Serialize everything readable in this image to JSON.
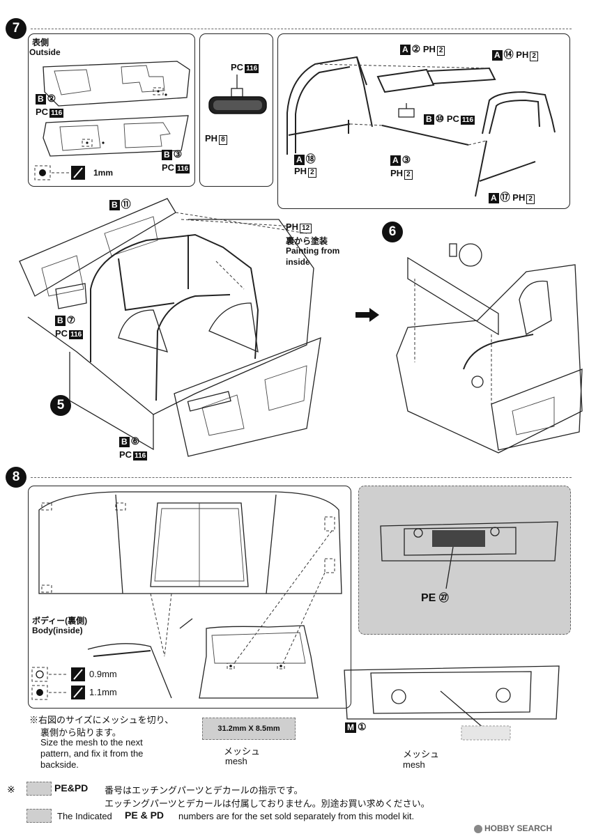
{
  "step7": {
    "number": "7",
    "outside_jp": "表側",
    "outside_en": "Outside",
    "legend_drill": "1mm",
    "parts": {
      "b2": {
        "letter": "B",
        "num": "②",
        "code": "PC",
        "code_num": "116"
      },
      "b3": {
        "letter": "B",
        "num": "③",
        "code": "PC",
        "code_num": "116"
      },
      "mirror_pc": {
        "code": "PC",
        "code_num": "116"
      },
      "mirror_ph": {
        "code": "PH",
        "code_num": "8"
      },
      "a2": {
        "letter": "A",
        "num": "②",
        "code": "PH",
        "code_num": "2"
      },
      "a14": {
        "letter": "A",
        "num": "⑭",
        "code": "PH",
        "code_num": "2"
      },
      "b10": {
        "letter": "B",
        "num": "⑩",
        "code": "PC",
        "code_num": "116"
      },
      "a18": {
        "letter": "A",
        "num": "⑱",
        "code": "PH",
        "code_num": "2"
      },
      "a3": {
        "letter": "A",
        "num": "③",
        "code": "PH",
        "code_num": "2"
      },
      "a17": {
        "letter": "A",
        "num": "⑰",
        "code": "PH",
        "code_num": "2"
      },
      "b11": {
        "letter": "B",
        "num": "⑪"
      },
      "b7": {
        "letter": "B",
        "num": "⑦",
        "code": "PC",
        "code_num": "116"
      },
      "b6": {
        "letter": "B",
        "num": "⑥",
        "code": "PC",
        "code_num": "116"
      },
      "ph12": {
        "code": "PH",
        "code_num": "12"
      }
    },
    "paint_jp": "裏から塗装",
    "paint_en_1": "Painting from",
    "paint_en_2": "inside",
    "sub5": "5",
    "sub6": "6"
  },
  "step8": {
    "number": "8",
    "body_jp": "ボディー(裏側)",
    "body_en": "Body(inside)",
    "drill_09": "0.9mm",
    "drill_11": "1.1mm",
    "note_jp_1": "※右図のサイズにメッシュを切り、",
    "note_jp_2": "裏側から貼ります。",
    "note_en_1": "Size the mesh to the next",
    "note_en_2": "pattern, and fix it from the",
    "note_en_3": "backside.",
    "mesh_size": "31.2mm X 8.5mm",
    "mesh_jp": "メッシュ",
    "mesh_en": "mesh",
    "pe27": {
      "prefix": "PE",
      "num": "㉗"
    },
    "m1": {
      "letter": "M",
      "num": "①"
    },
    "mesh2_jp": "メッシュ",
    "mesh2_en": "mesh"
  },
  "footer": {
    "mark": "※",
    "line1": "番号はエッチングパーツとデカールの指示です。",
    "line2": "エッチングパーツとデカールは付属しておりません。別途お買い求めください。",
    "line3_pre": "The Indicated",
    "line3_post": "numbers are for the set sold separately from this model kit.",
    "pe": "PE",
    "amp": "&",
    "pd": "PD",
    "watermark": "HOBBY SEARCH"
  }
}
